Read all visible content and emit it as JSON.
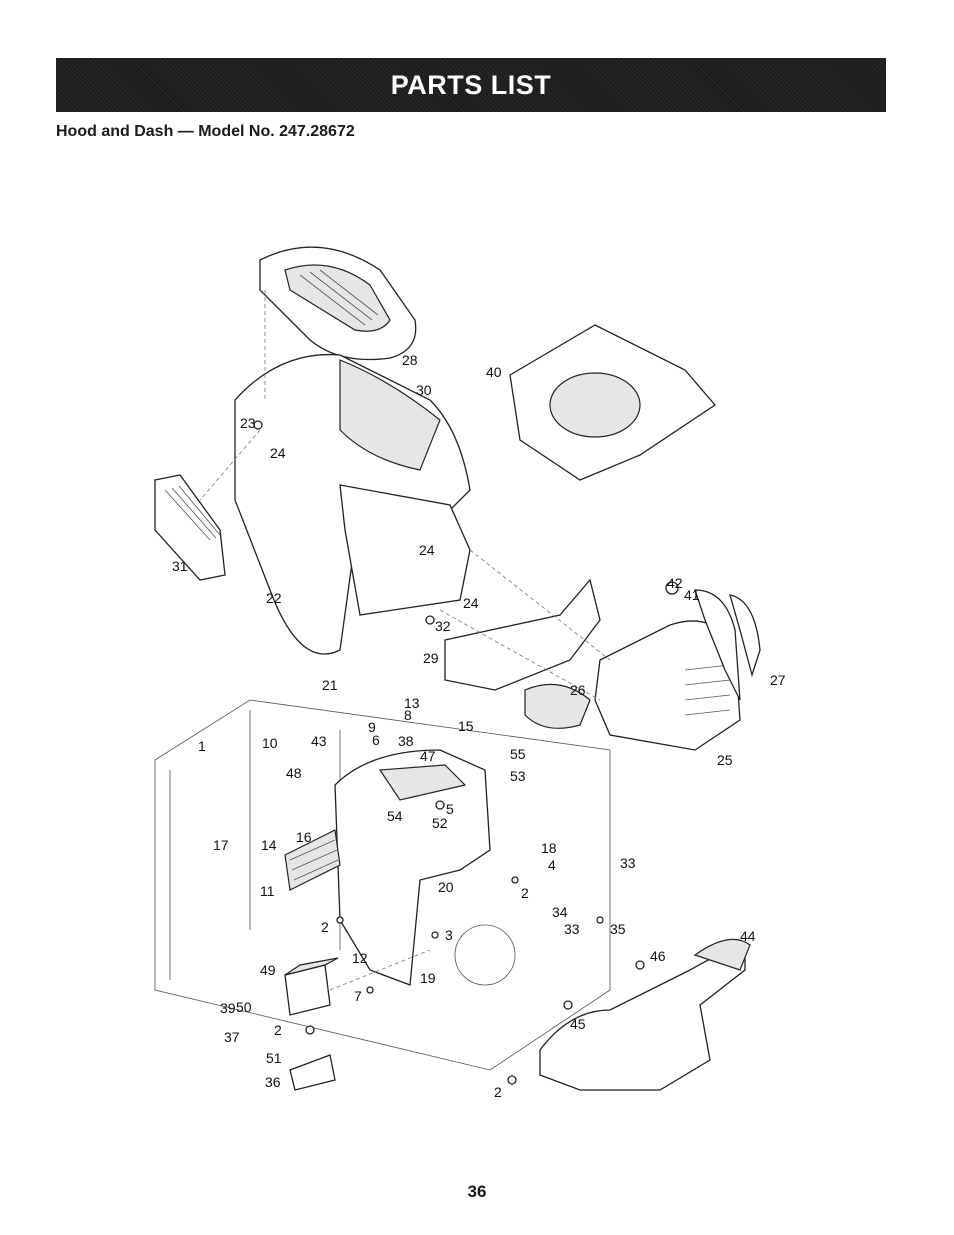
{
  "header": {
    "banner_title": "PARTS LIST",
    "subtitle": "Hood and Dash — Model No. 247.28672"
  },
  "diagram": {
    "callouts": [
      "1",
      "2",
      "3",
      "4",
      "5",
      "6",
      "7",
      "8",
      "9",
      "10",
      "11",
      "12",
      "13",
      "14",
      "15",
      "16",
      "17",
      "18",
      "19",
      "20",
      "21",
      "22",
      "23",
      "24",
      "25",
      "26",
      "27",
      "28",
      "29",
      "30",
      "31",
      "32",
      "33",
      "34",
      "35",
      "36",
      "37",
      "38",
      "39",
      "40",
      "41",
      "42",
      "43",
      "44",
      "45",
      "46",
      "47",
      "48",
      "49",
      "50",
      "51",
      "52",
      "53",
      "54",
      "55"
    ]
  },
  "footer": {
    "page_number": "36"
  }
}
